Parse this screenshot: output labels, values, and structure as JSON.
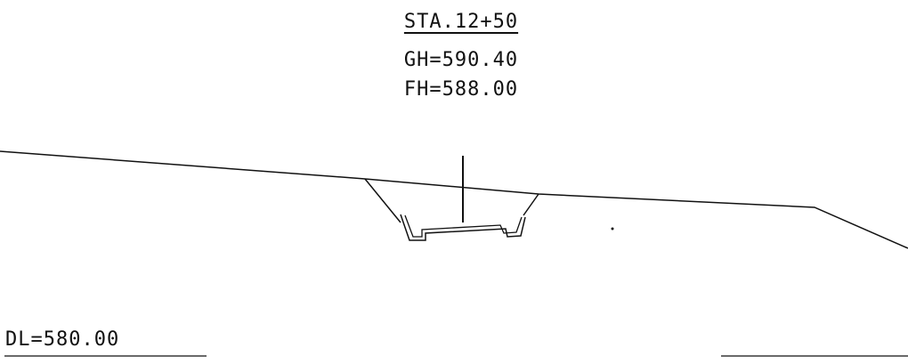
{
  "header": {
    "station": "STA.12+50",
    "ground_height": "GH=590.40",
    "finish_height": "FH=588.00"
  },
  "footer": {
    "datum_level": "DL=580.00"
  },
  "colors": {
    "ink": "#111111",
    "background": "#ffffff"
  }
}
